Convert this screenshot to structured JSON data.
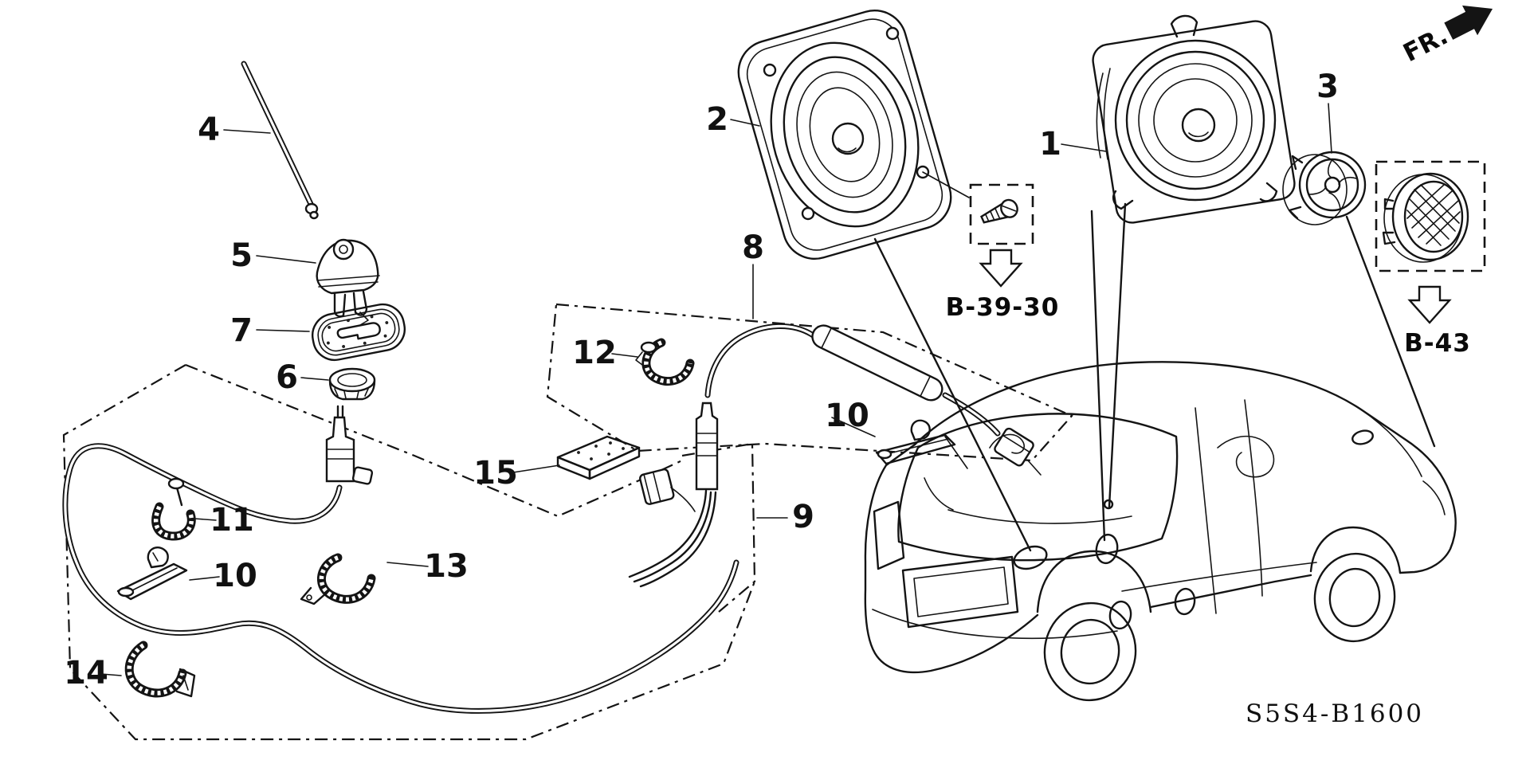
{
  "diagram": {
    "drawing_code": "S5S4-B1600",
    "direction_indicator": "FR.",
    "part_callouts": {
      "c1": "1",
      "c2": "2",
      "c3": "3",
      "c4": "4",
      "c5": "5",
      "c6": "6",
      "c7": "7",
      "c8": "8",
      "c9": "9",
      "c10a": "10",
      "c10b": "10",
      "c11": "11",
      "c12": "12",
      "c13": "13",
      "c14": "14",
      "c15": "15"
    },
    "reference_links": {
      "screw_ref": "B-39-30",
      "grille_ref": "B-43"
    },
    "colors": {
      "ink": "#141414",
      "paper": "#ffffff"
    }
  }
}
